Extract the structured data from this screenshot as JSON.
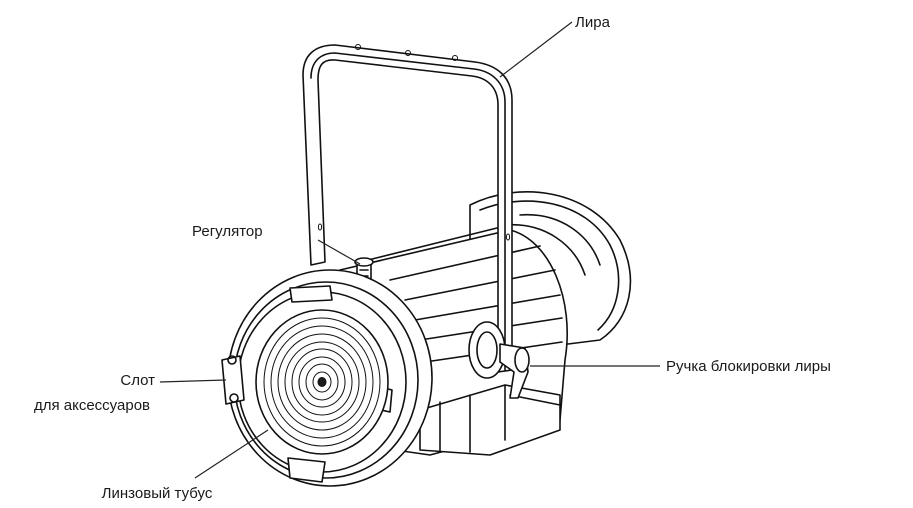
{
  "diagram": {
    "labels": {
      "yoke": "Лира",
      "adjuster": "Регулятор",
      "yoke_lock_handle": "Ручка блокировки лиры",
      "accessory_slot_line1": "Слот",
      "accessory_slot_line2": "для аксессуаров",
      "lens_tube": "Линзовый тубус"
    },
    "icons": [
      "fresnel-spotlight-illustration"
    ]
  }
}
